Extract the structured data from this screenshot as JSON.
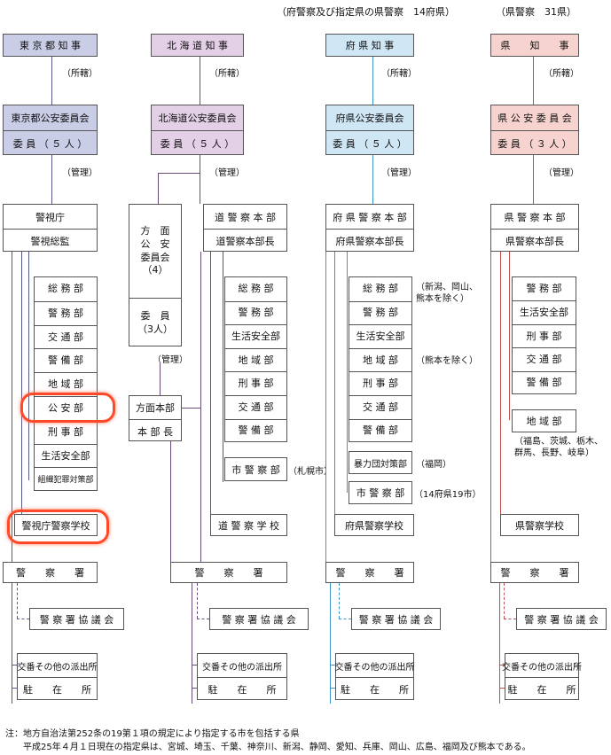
{
  "top_labels": {
    "prefecture_police": "（府警察及び指定県の県警察　14府県）",
    "ken_police": "（県警察　31県）"
  },
  "common": {
    "jurisdiction": "（所轄）",
    "management": "（管理）"
  },
  "tokyo": {
    "governor": "東 京 都 知 事",
    "commission": "東京都公安委員会",
    "members": "委 員 （ ５ 人 ）",
    "hq": "警視庁",
    "chief": "警視総監",
    "departments": [
      "総 務 部",
      "警 務 部",
      "交 通 部",
      "警 備 部",
      "地 域 部",
      "公 安 部",
      "刑 事 部",
      "生活安全部",
      "組織犯罪対策部"
    ],
    "school": "警視庁警察学校",
    "station": "警　　察　　署",
    "council": "警 察 署 協 議 会",
    "koban": "交番その他の派出所",
    "chuzaisho": "駐　　在　　所"
  },
  "hokkaido": {
    "governor": "北 海 道 知 事",
    "commission": "北海道公安委員会",
    "members": "委 員 （ ５ 人 ）",
    "area_commission": "方　面\n公　安\n委員会\n（4）",
    "area_members": "委　員\n（3人）",
    "area_hq": "方面本部",
    "area_chief": "本 部 長",
    "hq": "道 警 察 本 部",
    "chief": "道警察本部長",
    "departments": [
      "総 務 部",
      "警 務 部",
      "生活安全部",
      "地 域 部",
      "刑 事 部",
      "交 通 部",
      "警 備 部"
    ],
    "city_police": "市 警 察 部",
    "city_note": "（札幌市）",
    "school": "道 警 察 学 校",
    "station": "警　　察　　署",
    "council": "警 察 署 協 議 会",
    "koban": "交番その他の派出所",
    "chuzaisho": "駐　　在　　所"
  },
  "prefecture": {
    "governor": "府 県 知 事",
    "commission": "府県公安委員会",
    "members": "委 員 （ ５ 人 ）",
    "hq": "府 県 警 察 本 部",
    "chief": "府県警察本部長",
    "departments": [
      "総 務 部",
      "警 務 部",
      "生活安全部",
      "地 域 部",
      "刑 事 部",
      "交 通 部",
      "警 備 部"
    ],
    "note_soumu": "（新潟、岡山、\n 熊本を除く）",
    "note_chiiki": "（熊本を除く）",
    "boryokudan": "暴力団対策部",
    "boryokudan_note": "（福岡）",
    "city_police": "市 警 察 部",
    "city_note": "（14府県19市）",
    "school": "府県警察学校",
    "station": "警　　察　　署",
    "council": "警 察 署 協 議 会",
    "koban": "交番その他の派出所",
    "chuzaisho": "駐　　在　　所"
  },
  "ken": {
    "governor": "県　　知　　事",
    "commission": "県 公 安 委 員 会",
    "members": "委 員 （ ３ 人 ）",
    "hq": "県 警 察 本 部",
    "chief": "県警察本部長",
    "departments": [
      "警 務 部",
      "生活安全部",
      "刑 事 部",
      "交 通 部",
      "警 備 部"
    ],
    "chiiki": "地 域 部",
    "chiiki_note": "（福島、茨城、栃木、\n 群馬、長野、岐阜）",
    "school": "県警察学校",
    "station": "警　　察　　署",
    "council": "警 察 署 協 議 会",
    "koban": "交番その他の派出所",
    "chuzaisho": "駐　　在　　所"
  },
  "footnote": "注：地方自治法第252条の19第１項の規定により指定する市を包括する県\n　　平成25年４月１日現在の指定県は、宮城、埼玉、千葉、神奈川、新潟、静岡、愛知、兵庫、岡山、広島、福岡及び熊本である。",
  "colors": {
    "tokyo": "#c9cde6",
    "hokkaido": "#e3cfe6",
    "prefecture": "#cfe6f5",
    "ken": "#f6d3cf"
  }
}
